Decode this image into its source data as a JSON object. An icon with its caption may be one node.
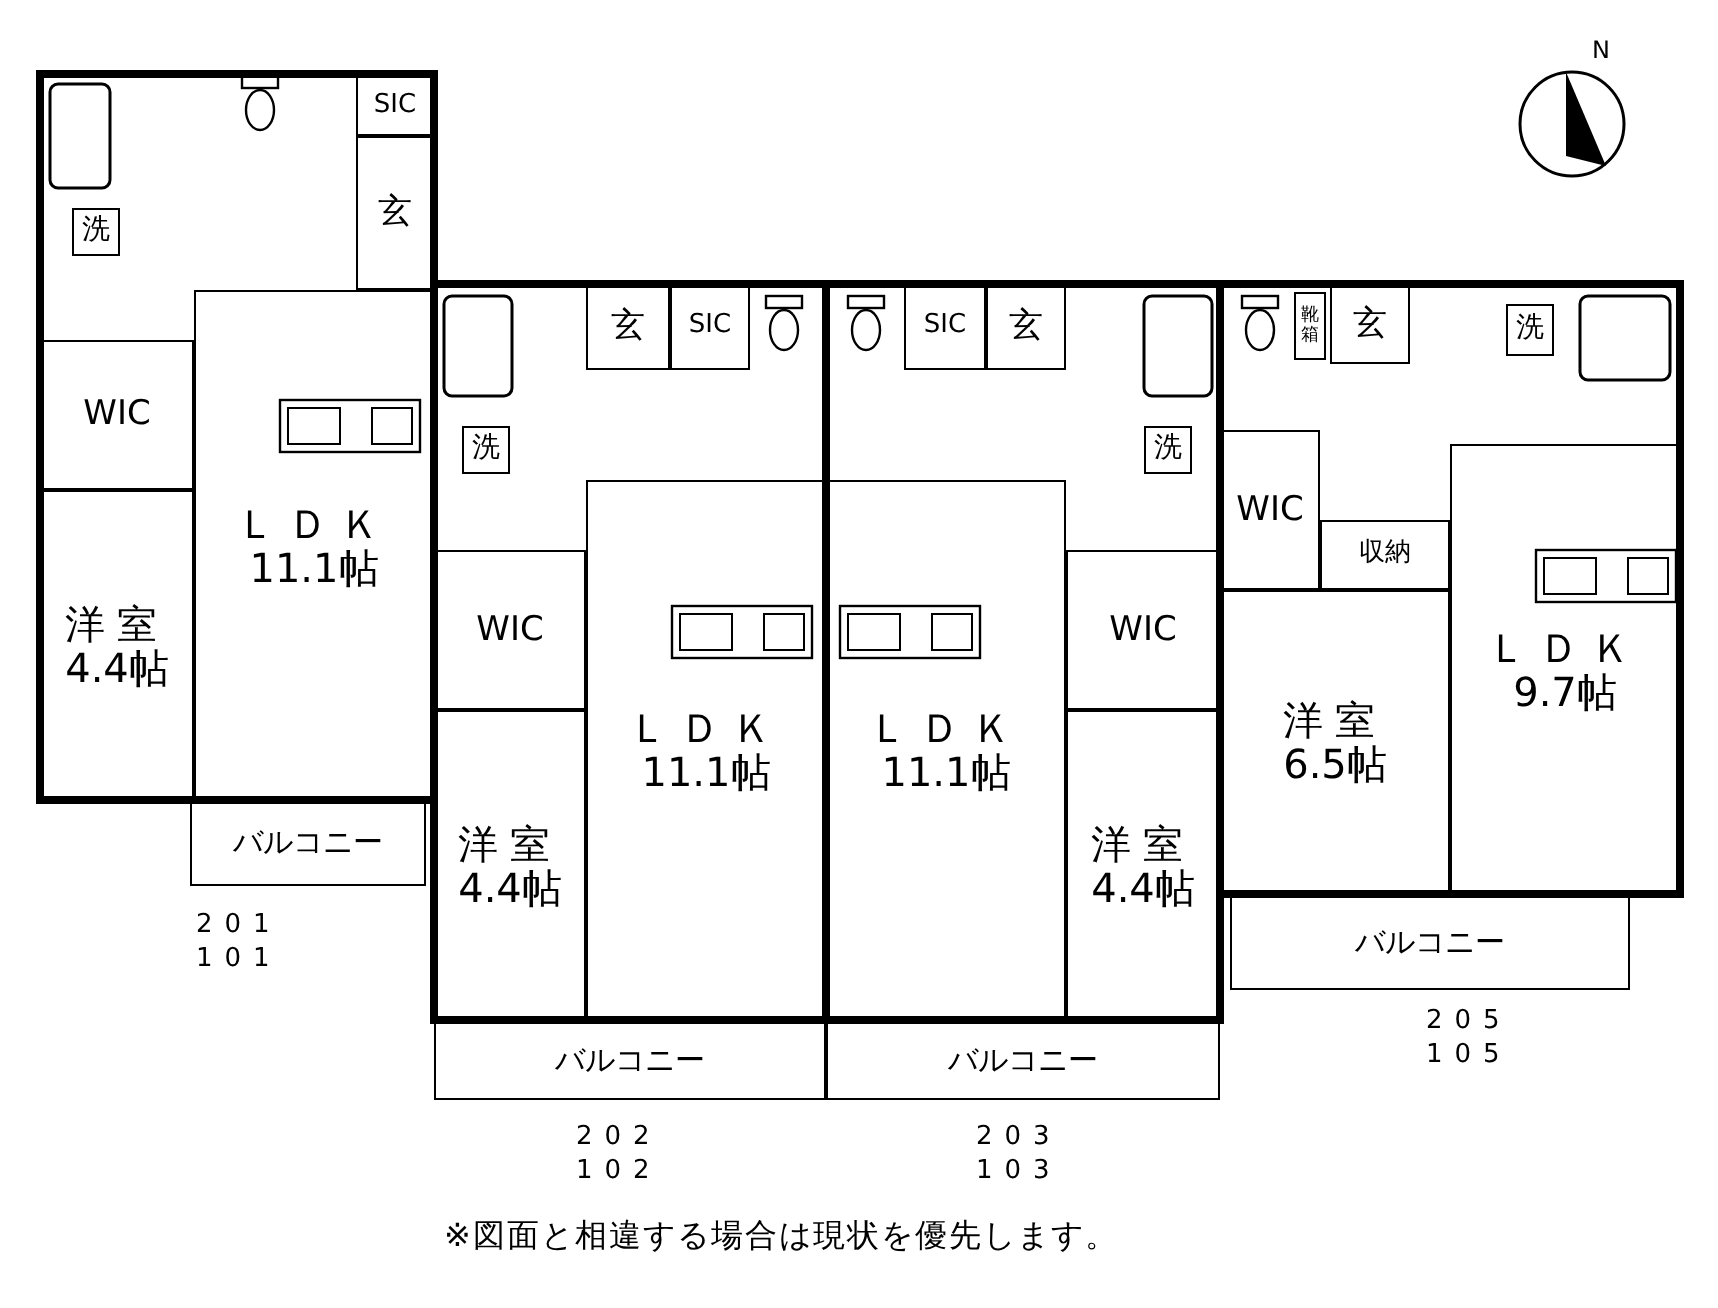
{
  "diagram": {
    "nodes": [
      {
        "text": [
          "SIC"
        ]
      },
      {
        "text": [
          "玄"
        ]
      },
      {
        "text": [
          "洗"
        ]
      },
      {
        "text": [
          "WIC"
        ]
      },
      {
        "text": [
          "洋室",
          "4.4帖"
        ]
      },
      {
        "text": [
          "ＬＤＫ",
          "11.1帖"
        ]
      },
      {
        "text": [
          "バルコニー"
        ]
      },
      {
        "text": [
          "玄"
        ]
      },
      {
        "text": [
          "SIC"
        ]
      },
      {
        "text": [
          "洗"
        ]
      },
      {
        "text": [
          "WIC"
        ]
      },
      {
        "text": [
          "洋室",
          "4.4帖"
        ]
      },
      {
        "text": [
          "ＬＤＫ",
          "11.1帖"
        ]
      },
      {
        "text": [
          "バルコニー"
        ]
      },
      {
        "text": [
          "SIC"
        ]
      },
      {
        "text": [
          "玄"
        ]
      },
      {
        "text": [
          "洗"
        ]
      },
      {
        "text": [
          "WIC"
        ]
      },
      {
        "text": [
          "ＬＤＫ",
          "11.1帖"
        ]
      },
      {
        "text": [
          "洋室",
          "4.4帖"
        ]
      },
      {
        "text": [
          "バルコニー"
        ]
      },
      {
        "text": [
          "靴箱"
        ]
      },
      {
        "text": [
          "玄"
        ]
      },
      {
        "text": [
          "洗"
        ]
      },
      {
        "text": [
          "WIC"
        ]
      },
      {
        "text": [
          "収納"
        ]
      },
      {
        "text": [
          "洋室",
          "6.5帖"
        ]
      },
      {
        "text": [
          "ＬＤＫ",
          "9.7帖"
        ]
      },
      {
        "text": [
          "バルコニー"
        ]
      }
    ],
    "labels": [
      "N",
      "201",
      "101",
      "202",
      "102",
      "203",
      "103",
      "205",
      "105",
      "※図面と相違する場合は現状を優先します。"
    ]
  }
}
